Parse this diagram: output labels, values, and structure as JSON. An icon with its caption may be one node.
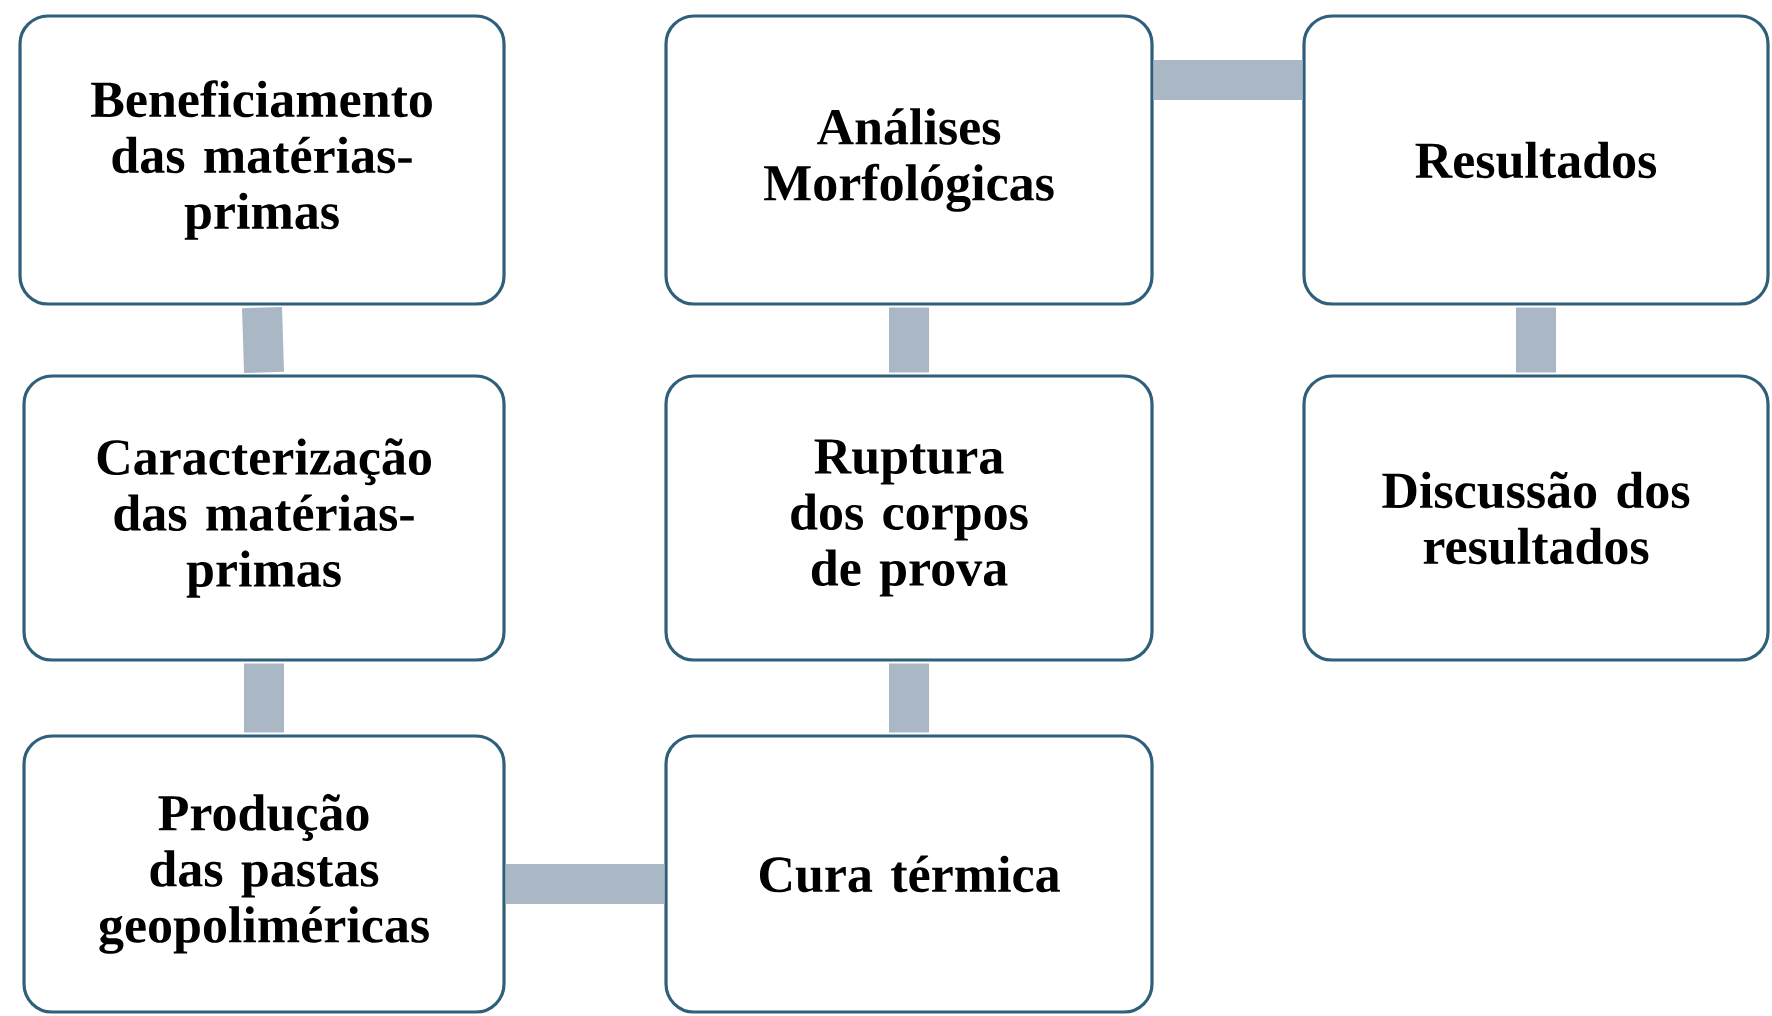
{
  "diagram": {
    "nodes": [
      {
        "text": [
          "Beneficiamento das matérias-primas"
        ]
      },
      {
        "text": [
          "Caracterização das matérias-primas"
        ]
      },
      {
        "text": [
          "Produção das pastas geopoliméricas"
        ]
      },
      {
        "text": [
          "Cura térmica"
        ]
      },
      {
        "text": [
          "Ruptura dos corpos de prova"
        ]
      },
      {
        "text": [
          "Análises Morfológicas"
        ]
      },
      {
        "text": [
          "Resultados"
        ]
      },
      {
        "text": [
          "Discussão dos resultados"
        ]
      }
    ],
    "edges": [
      {
        "from": 0,
        "to": 1,
        "arrow": "none"
      },
      {
        "from": 1,
        "to": 2,
        "arrow": "none"
      },
      {
        "from": 2,
        "to": 3,
        "arrow": "none"
      },
      {
        "from": 3,
        "to": 4,
        "arrow": "none"
      },
      {
        "from": 4,
        "to": 5,
        "arrow": "none"
      },
      {
        "from": 5,
        "to": 6,
        "arrow": "none"
      },
      {
        "from": 6,
        "to": 7,
        "arrow": "none"
      }
    ]
  }
}
